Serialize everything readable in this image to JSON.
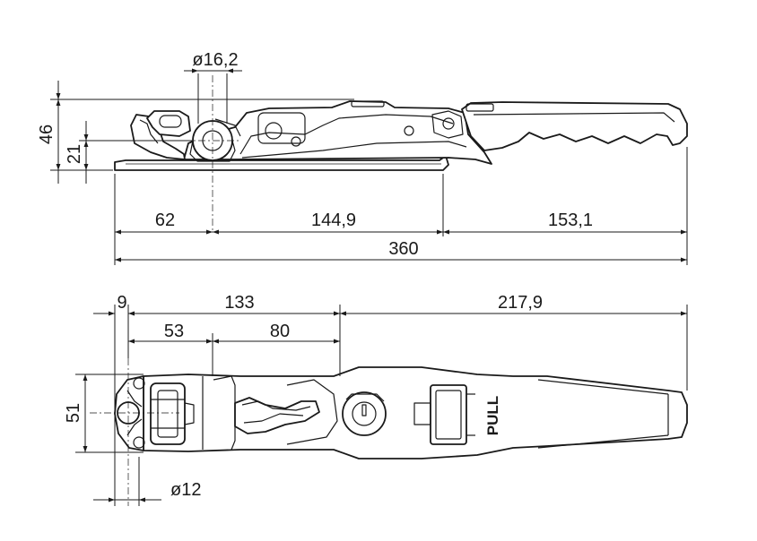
{
  "side_view": {
    "pin_diameter": "ø16,2",
    "overall_height": "46",
    "pin_height": "21",
    "dim_pin_offset": "62",
    "dim_middle": "144,9",
    "dim_handle": "153,1",
    "overall_length": "360"
  },
  "top_view": {
    "dim_end": "9",
    "dim_133": "133",
    "dim_handle": "217,9",
    "dim_53": "53",
    "dim_80": "80",
    "width": "51",
    "hole_diameter": "ø12",
    "handle_label": "PULL"
  }
}
